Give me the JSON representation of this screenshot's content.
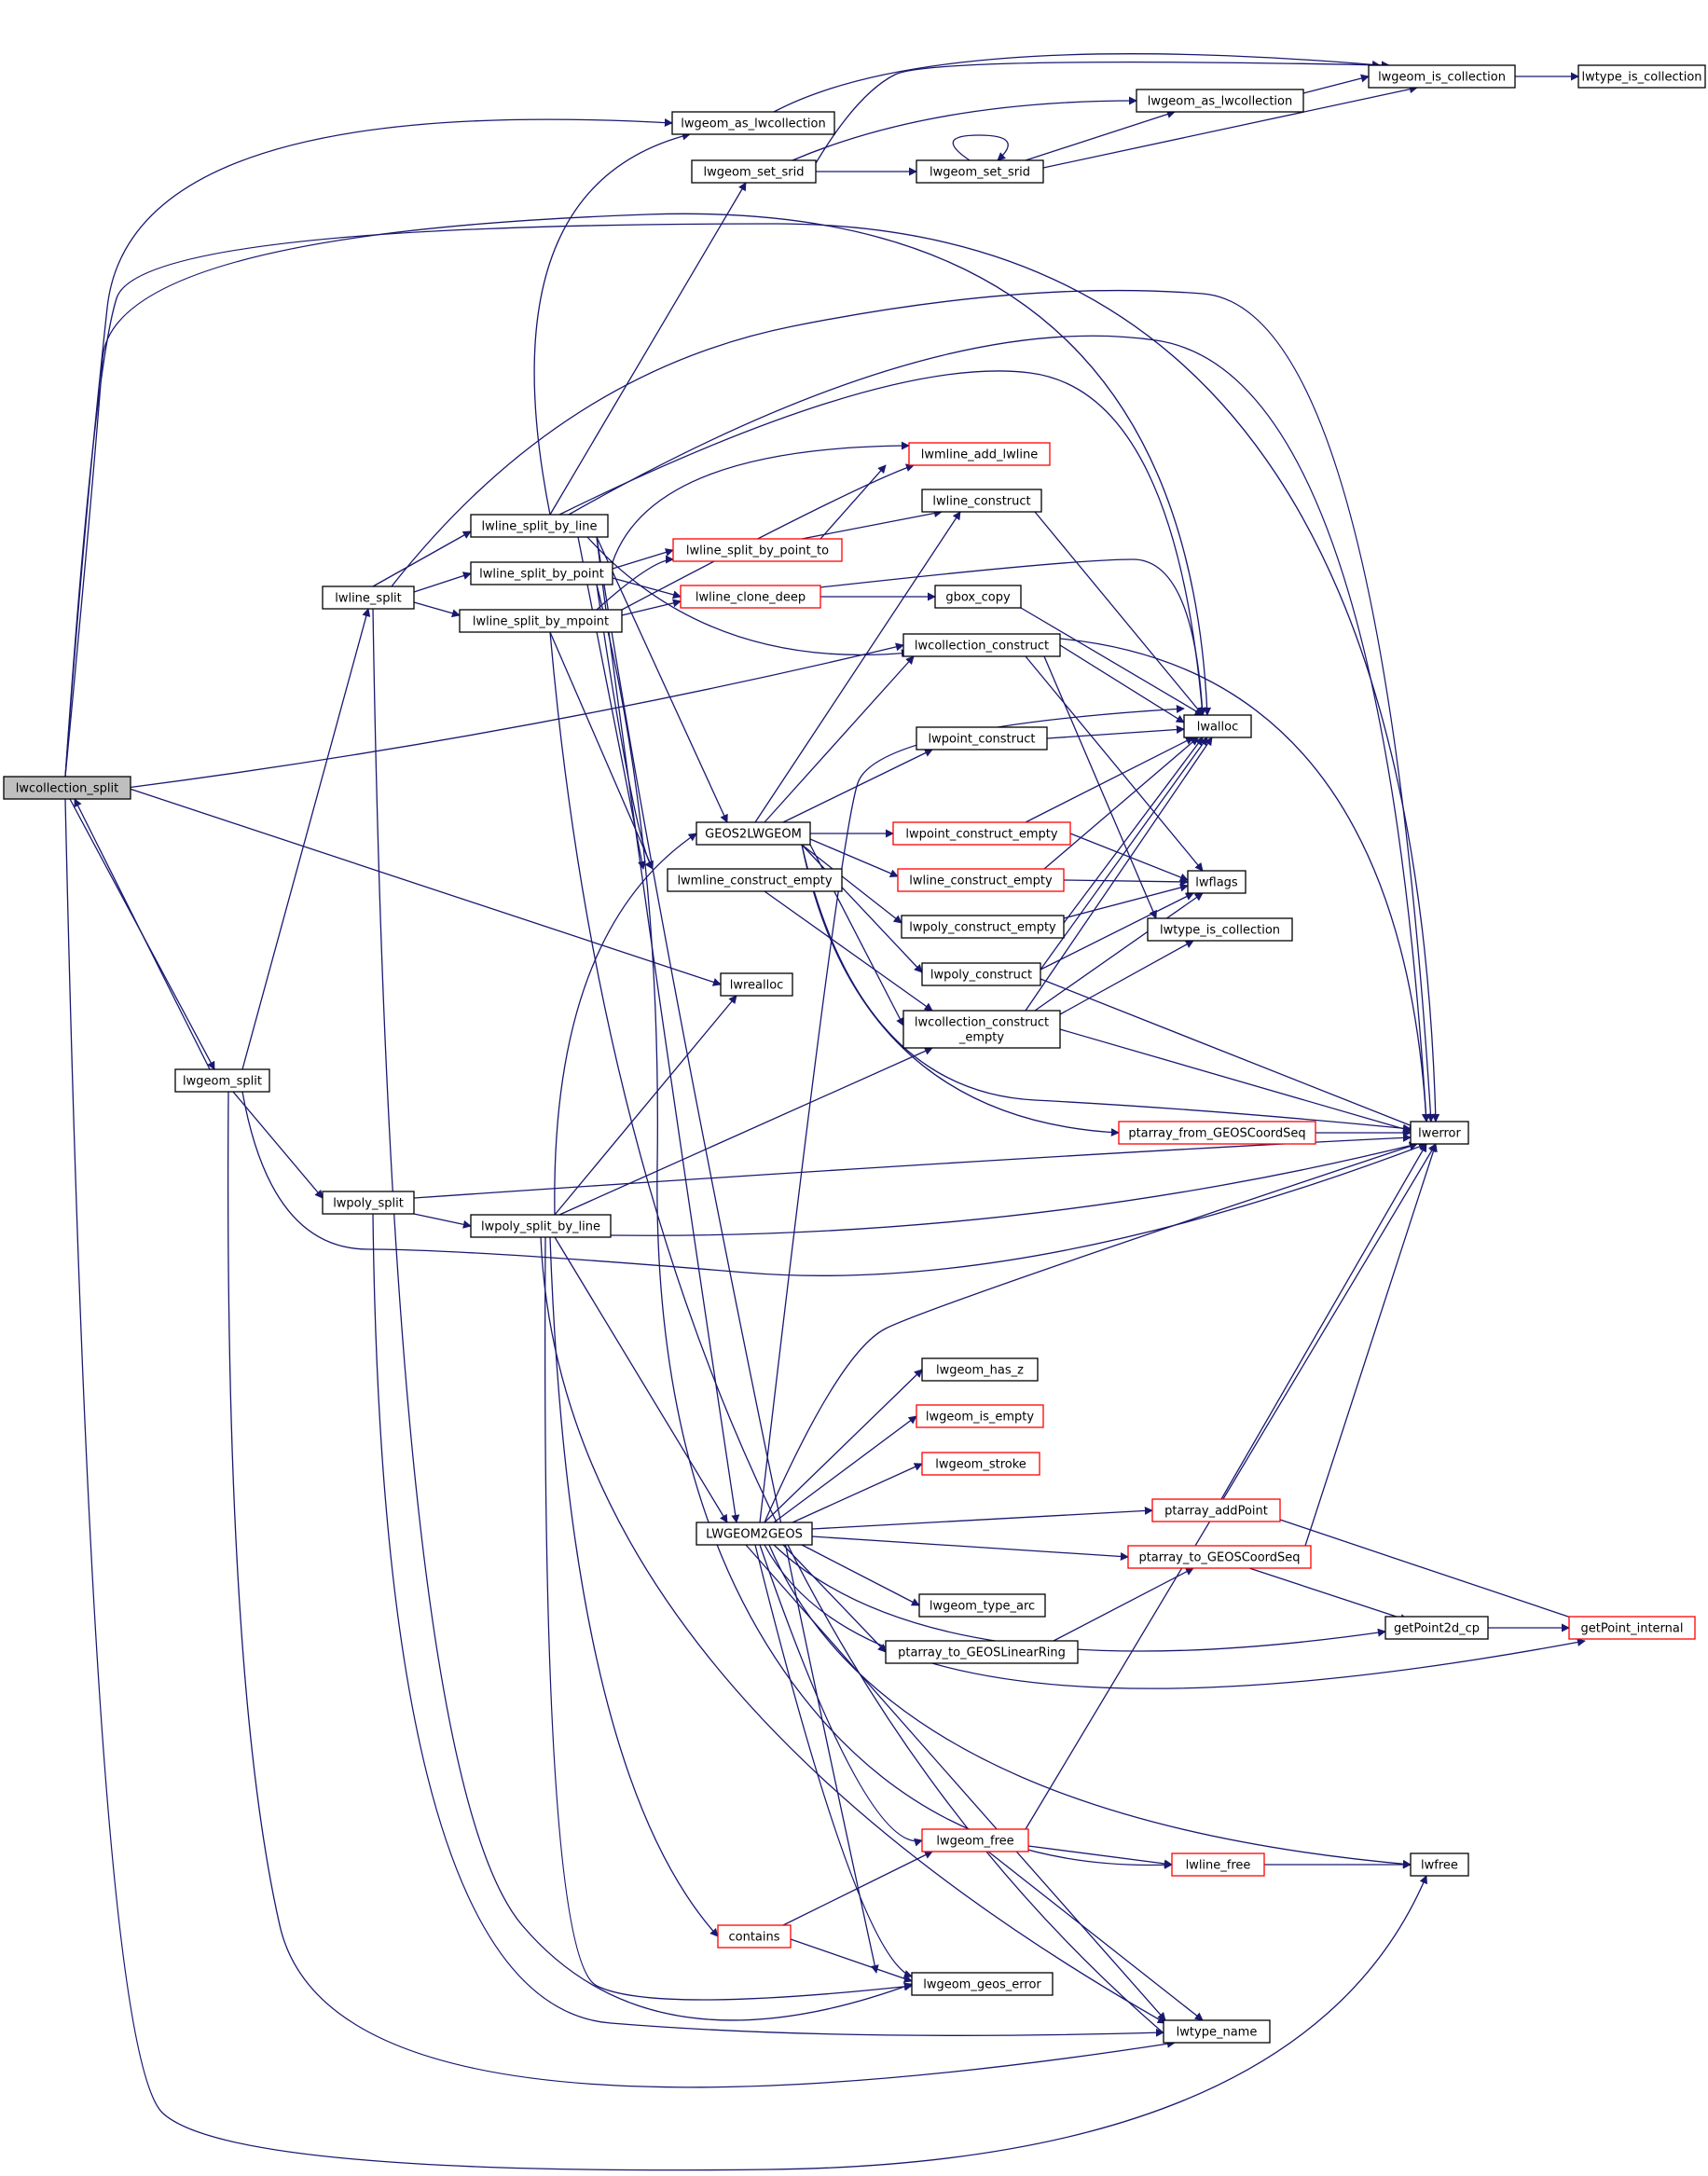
{
  "colors": {
    "edge": "#191970",
    "node_border": "#000000",
    "node_border_highlight": "#ff0000",
    "root_fill": "#bfbfbf",
    "node_fill": "#ffffff",
    "text": "#000000"
  },
  "nodes": {
    "lwcollection_split": {
      "label": "lwcollection_split",
      "root": true
    },
    "lwgeom_as_lwcollection_a": {
      "label": "lwgeom_as_lwcollection"
    },
    "lwgeom_set_srid_a": {
      "label": "lwgeom_set_srid"
    },
    "lwgeom_set_srid_b": {
      "label": "lwgeom_set_srid"
    },
    "lwgeom_as_lwcollection_b": {
      "label": "lwgeom_as_lwcollection"
    },
    "lwgeom_is_collection": {
      "label": "lwgeom_is_collection"
    },
    "lwtype_is_collection_top": {
      "label": "lwtype_is_collection"
    },
    "lwmline_add_lwline": {
      "label": "lwmline_add_lwline",
      "highlight": true
    },
    "lwline_construct": {
      "label": "lwline_construct"
    },
    "lwline_split_by_line": {
      "label": "lwline_split_by_line"
    },
    "lwline_split_by_point": {
      "label": "lwline_split_by_point"
    },
    "lwline_split_by_point_to": {
      "label": "lwline_split_by_point_to",
      "highlight": true
    },
    "lwline_split": {
      "label": "lwline_split"
    },
    "lwline_split_by_mpoint": {
      "label": "lwline_split_by_mpoint"
    },
    "lwline_clone_deep": {
      "label": "lwline_clone_deep",
      "highlight": true
    },
    "gbox_copy": {
      "label": "gbox_copy"
    },
    "lwcollection_construct": {
      "label": "lwcollection_construct"
    },
    "lwalloc": {
      "label": "lwalloc"
    },
    "lwpoint_construct": {
      "label": "lwpoint_construct"
    },
    "GEOS2LWGEOM": {
      "label": "GEOS2LWGEOM"
    },
    "lwpoint_construct_empty": {
      "label": "lwpoint_construct_empty",
      "highlight": true
    },
    "lwmline_construct_empty": {
      "label": "lwmline_construct_empty"
    },
    "lwline_construct_empty": {
      "label": "lwline_construct_empty",
      "highlight": true
    },
    "lwflags": {
      "label": "lwflags"
    },
    "lwpoly_construct_empty": {
      "label": "lwpoly_construct_empty"
    },
    "lwtype_is_collection": {
      "label": "lwtype_is_collection"
    },
    "lwpoly_construct": {
      "label": "lwpoly_construct"
    },
    "lwrealloc": {
      "label": "lwrealloc"
    },
    "lwcollection_construct_empty": {
      "label": "lwcollection_construct\n_empty"
    },
    "lwgeom_split": {
      "label": "lwgeom_split"
    },
    "ptarray_from_GEOSCoordSeq": {
      "label": "ptarray_from_GEOSCoordSeq",
      "highlight": true
    },
    "lwerror": {
      "label": "lwerror"
    },
    "lwpoly_split": {
      "label": "lwpoly_split"
    },
    "lwpoly_split_by_line": {
      "label": "lwpoly_split_by_line"
    },
    "lwgeom_has_z": {
      "label": "lwgeom_has_z"
    },
    "lwgeom_is_empty": {
      "label": "lwgeom_is_empty",
      "highlight": true
    },
    "lwgeom_stroke": {
      "label": "lwgeom_stroke",
      "highlight": true
    },
    "ptarray_addPoint": {
      "label": "ptarray_addPoint",
      "highlight": true
    },
    "LWGEOM2GEOS": {
      "label": "LWGEOM2GEOS"
    },
    "ptarray_to_GEOSCoordSeq": {
      "label": "ptarray_to_GEOSCoordSeq",
      "highlight": true
    },
    "lwgeom_type_arc": {
      "label": "lwgeom_type_arc"
    },
    "getPoint2d_cp": {
      "label": "getPoint2d_cp"
    },
    "getPoint_internal": {
      "label": "getPoint_internal",
      "highlight": true
    },
    "ptarray_to_GEOSLinearRing": {
      "label": "ptarray_to_GEOSLinearRing"
    },
    "lwgeom_free": {
      "label": "lwgeom_free",
      "highlight": true
    },
    "lwline_free": {
      "label": "lwline_free",
      "highlight": true
    },
    "lwfree": {
      "label": "lwfree"
    },
    "contains": {
      "label": "contains",
      "highlight": true
    },
    "lwgeom_geos_error": {
      "label": "lwgeom_geos_error"
    },
    "lwtype_name": {
      "label": "lwtype_name"
    }
  }
}
